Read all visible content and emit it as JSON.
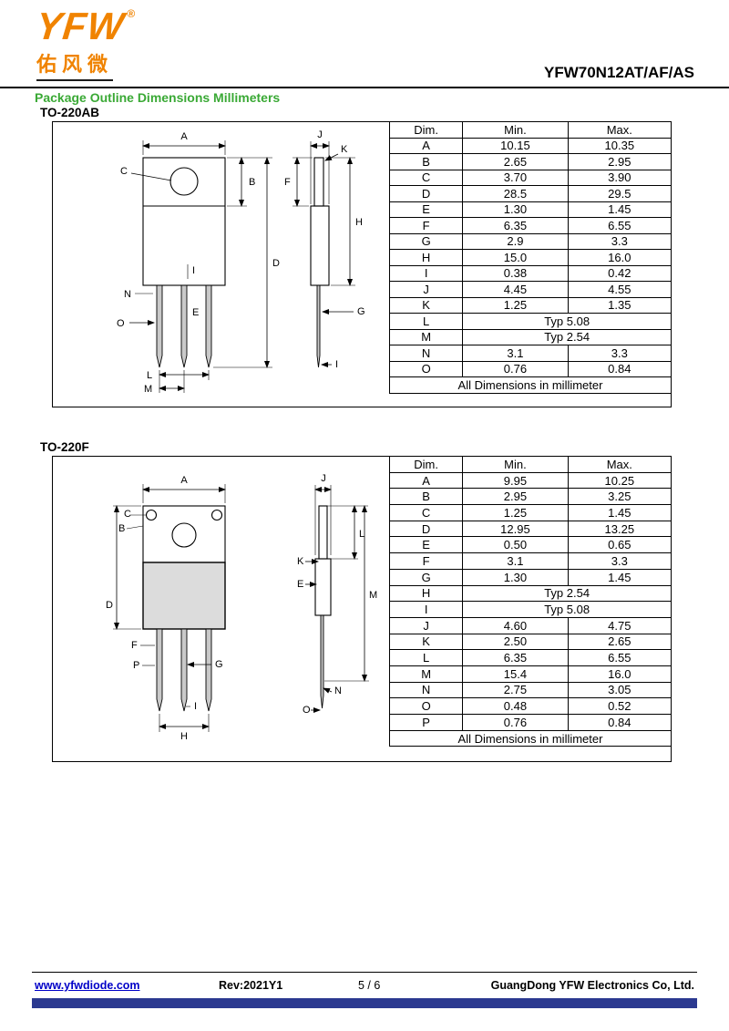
{
  "colors": {
    "accent_green": "#3aa935",
    "logo_orange": "#f08300",
    "link_blue": "#0000c8",
    "footer_bar_blue": "#2b3990"
  },
  "header": {
    "logo_text": "YFW",
    "logo_registered": "®",
    "logo_chinese": "佑风微",
    "part_number": "YFW70N12AT/AF/AS"
  },
  "section_title": "Package Outline Dimensions Millimeters",
  "package1": {
    "name": "TO-220AB",
    "table": {
      "headers": [
        "Dim.",
        "Min.",
        "Max."
      ],
      "rows": [
        [
          "A",
          "10.15",
          "10.35"
        ],
        [
          "B",
          "2.65",
          "2.95"
        ],
        [
          "C",
          "3.70",
          "3.90"
        ],
        [
          "D",
          "28.5",
          "29.5"
        ],
        [
          "E",
          "1.30",
          "1.45"
        ],
        [
          "F",
          "6.35",
          "6.55"
        ],
        [
          "G",
          "2.9",
          "3.3"
        ],
        [
          "H",
          "15.0",
          "16.0"
        ],
        [
          "I",
          "0.38",
          "0.42"
        ],
        [
          "J",
          "4.45",
          "4.55"
        ],
        [
          "K",
          "1.25",
          "1.35"
        ],
        [
          "L",
          "Typ 5.08"
        ],
        [
          "M",
          "Typ 2.54"
        ],
        [
          "N",
          "3.1",
          "3.3"
        ],
        [
          "O",
          "0.76",
          "0.84"
        ]
      ],
      "footer": "All Dimensions in millimeter"
    }
  },
  "package2": {
    "name": "TO-220F",
    "table": {
      "headers": [
        "Dim.",
        "Min.",
        "Max."
      ],
      "rows": [
        [
          "A",
          "9.95",
          "10.25"
        ],
        [
          "B",
          "2.95",
          "3.25"
        ],
        [
          "C",
          "1.25",
          "1.45"
        ],
        [
          "D",
          "12.95",
          "13.25"
        ],
        [
          "E",
          "0.50",
          "0.65"
        ],
        [
          "F",
          "3.1",
          "3.3"
        ],
        [
          "G",
          "1.30",
          "1.45"
        ],
        [
          "H",
          "Typ 2.54"
        ],
        [
          "I",
          "Typ 5.08"
        ],
        [
          "J",
          "4.60",
          "4.75"
        ],
        [
          "K",
          "2.50",
          "2.65"
        ],
        [
          "L",
          "6.35",
          "6.55"
        ],
        [
          "M",
          "15.4",
          "16.0"
        ],
        [
          "N",
          "2.75",
          "3.05"
        ],
        [
          "O",
          "0.48",
          "0.52"
        ],
        [
          "P",
          "0.76",
          "0.84"
        ]
      ],
      "footer": "All Dimensions in millimeter"
    }
  },
  "drawing1": {
    "labels": {
      "A": "A",
      "B": "B",
      "C": "C",
      "D": "D",
      "E": "E",
      "F": "F",
      "G": "G",
      "H": "H",
      "I": "I",
      "J": "J",
      "K": "K",
      "L": "L",
      "M": "M",
      "N": "N",
      "O": "O"
    }
  },
  "drawing2": {
    "labels": {
      "A": "A",
      "B": "B",
      "C": "C",
      "D": "D",
      "E": "E",
      "F": "F",
      "G": "G",
      "H": "H",
      "I": "I",
      "J": "J",
      "K": "K",
      "L": "L",
      "M": "M",
      "N": "N",
      "O": "O",
      "P": "P"
    }
  },
  "footer": {
    "website": "www.yfwdiode.com",
    "revision": "Rev:2021Y1",
    "page": "5 / 6",
    "company": "GuangDong YFW Electronics Co, Ltd."
  }
}
